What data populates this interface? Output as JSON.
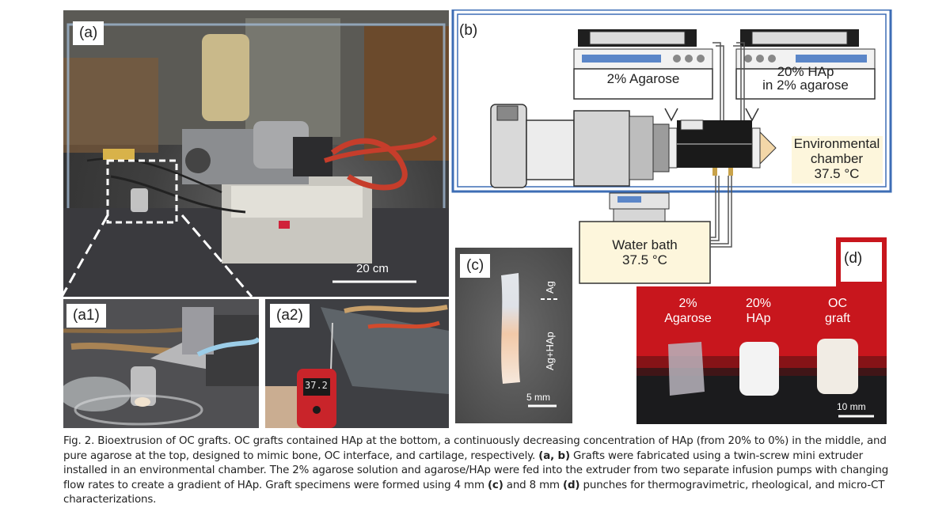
{
  "panels": {
    "a": {
      "label": "(a)",
      "scale": "20 cm"
    },
    "a1": {
      "label": "(a1)"
    },
    "a2": {
      "label": "(a2)",
      "meter_reading": "37.2"
    },
    "b": {
      "label": "(b)",
      "pump_left": "2% Agarose",
      "pump_right_line1": "20% HAp",
      "pump_right_line2": "in 2% agarose",
      "chamber_line1": "Environmental",
      "chamber_line2": "chamber",
      "chamber_line3": "37.5 °C",
      "bath_line1": "Water bath",
      "bath_line2": "37.5 °C"
    },
    "c": {
      "label": "(c)",
      "top_label": "Ag",
      "bottom_label": "Ag+HAp",
      "scale": "5 mm"
    },
    "d": {
      "label": "(d)",
      "col1_line1": "2%",
      "col1_line2": "Agarose",
      "col2_line1": "20%",
      "col2_line2": "HAp",
      "col3_line1": "OC",
      "col3_line2": "graft",
      "scale": "10 mm"
    }
  },
  "caption": {
    "p1": "Fig. 2. Bioextrusion of OC grafts. OC grafts contained HAp at the bottom, a continuously decreasing concentration of HAp (from 20% to 0%) in the middle, and pure agarose at the top, designed to mimic bone, OC interface, and cartilage, respectively. ",
    "b1": "(a, b)",
    "p2": " Grafts were fabricated using a twin-screw mini extruder installed in an environmental chamber. The 2% agarose solution and agarose/HAp were fed into the extruder from two separate infusion pumps with changing flow rates to create a gradient of HAp. Graft specimens were formed using 4 mm ",
    "b2": "(c)",
    "p3": " and 8 mm ",
    "b3": "(d)",
    "p4": " punches for thermogravimetric, rheological, and micro-CT characterizations."
  },
  "colors": {
    "frame_blue": "#3d6db5",
    "red_bg": "#c8161d",
    "bath_fill": "#fdf6dc"
  }
}
